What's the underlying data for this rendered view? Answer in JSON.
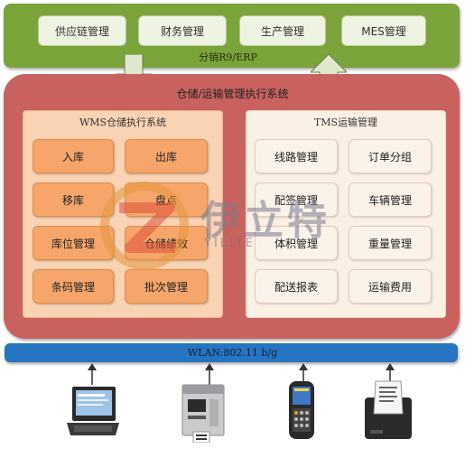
{
  "erp": {
    "modules": [
      "供应链管理",
      "财务管理",
      "生产管理",
      "MES管理"
    ],
    "label": "分销R9/ERP"
  },
  "exec": {
    "title": "仓储/运输管理执行系统"
  },
  "wms": {
    "title": "WMS仓储执行系统",
    "items": [
      "入库",
      "出库",
      "移库",
      "盘点",
      "库位管理",
      "仓储绩效",
      "条码管理",
      "批次管理"
    ]
  },
  "tms": {
    "title": "TMS运输管理",
    "items": [
      "线路管理",
      "订单分组",
      "配签管理",
      "车辆管理",
      "体积管理",
      "重量管理",
      "配送报表",
      "运输费用"
    ]
  },
  "network": {
    "label": "WLAN:802.11 b/g"
  },
  "devices": [
    "computer-terminal",
    "label-printer",
    "handheld-scanner",
    "receipt-printer"
  ],
  "watermark": {
    "brand": "伊立特",
    "sub": "YILITE"
  },
  "colors": {
    "erp_band": "#7aa33a",
    "exec_block": "#c9625f",
    "wms_button": "#f6a66a",
    "wlan_bar": "#2774c0"
  }
}
